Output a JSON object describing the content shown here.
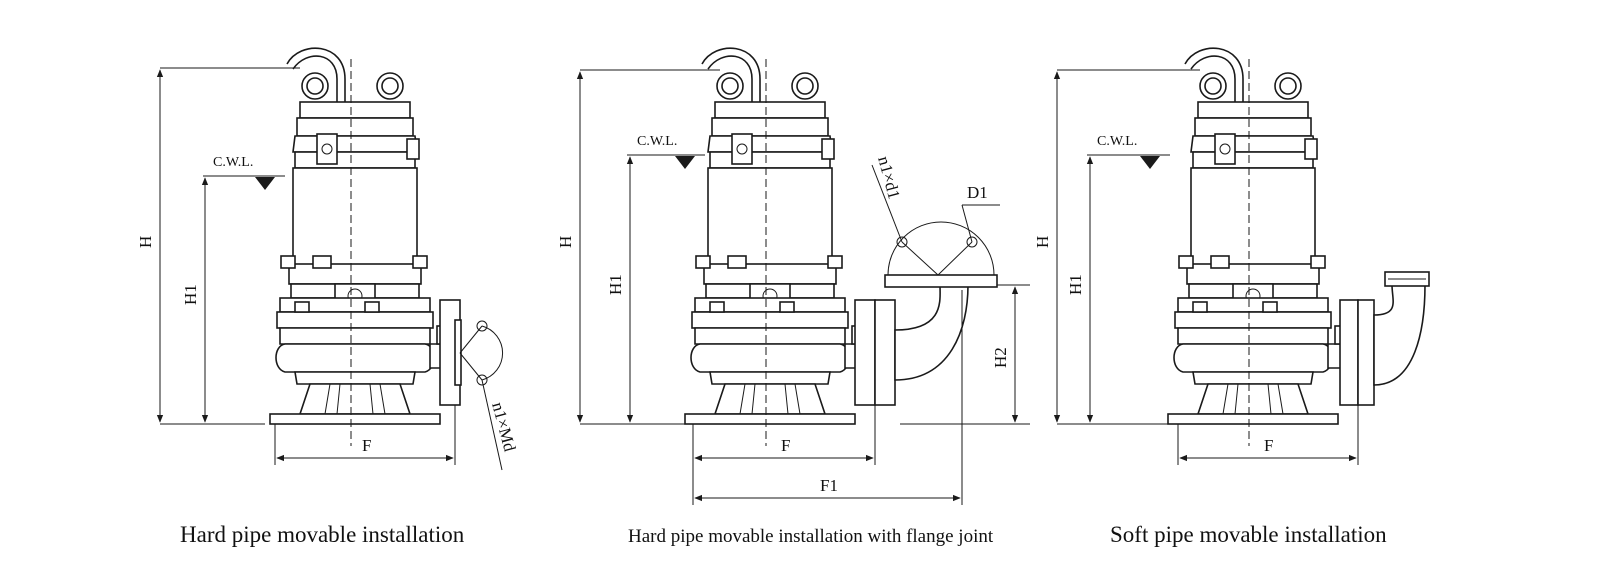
{
  "captions": {
    "left": "Hard pipe movable installation",
    "middle": "Hard pipe movable installation with flange joint",
    "right": "Soft pipe movable installation"
  },
  "labels": {
    "cwl": "C.W.L.",
    "H": "H",
    "H1": "H1",
    "H2": "H2",
    "F": "F",
    "F1": "F1",
    "D1": "D1",
    "n1Md": "n1×Md",
    "n1d1": "n1×d1"
  }
}
